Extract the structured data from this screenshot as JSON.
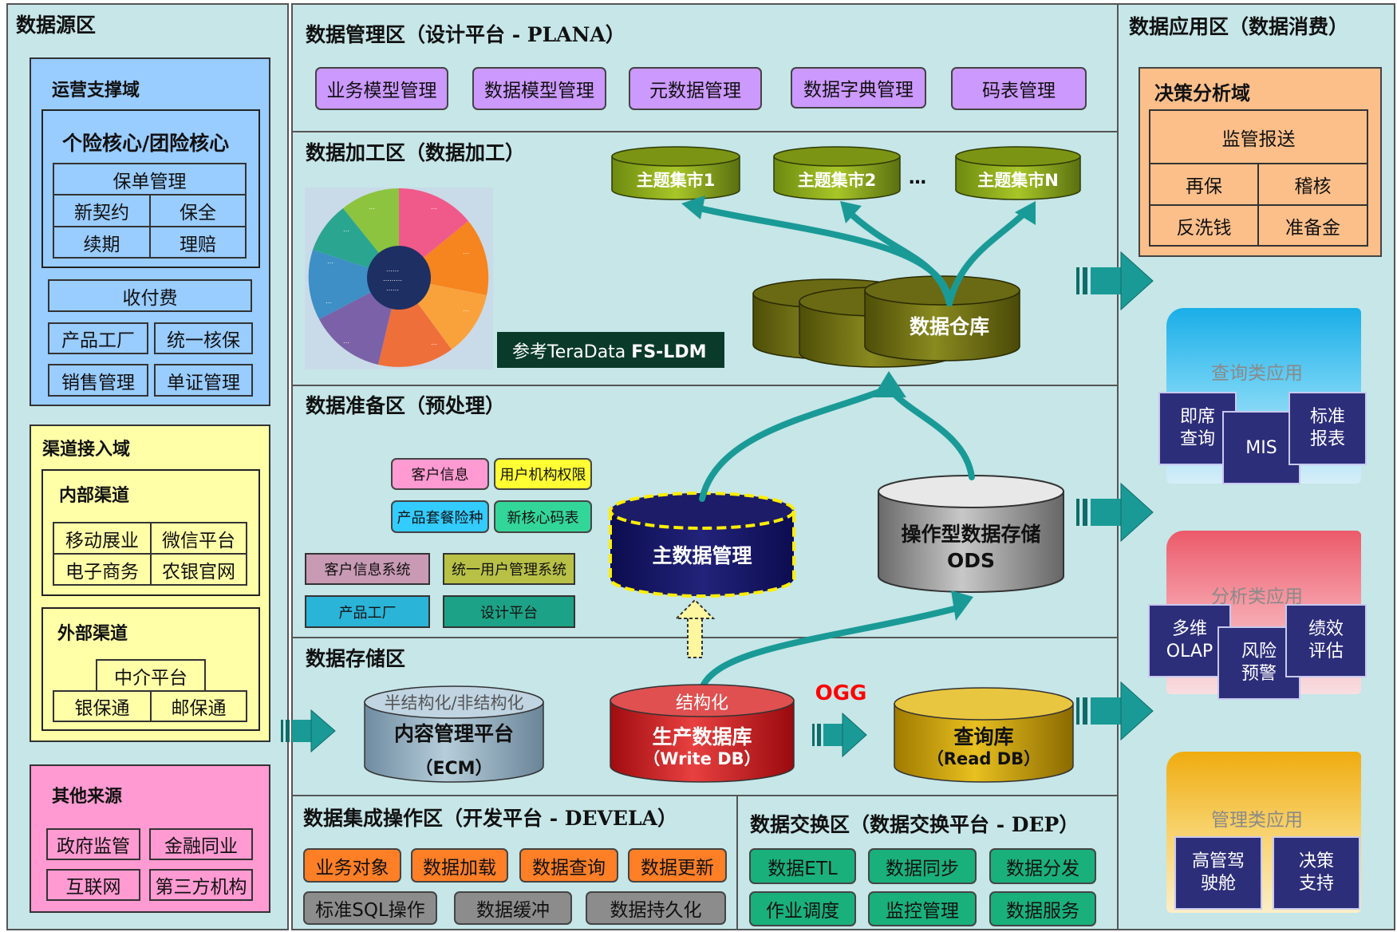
{
  "zones": {
    "source": "数据源区",
    "management": "数据管理区（设计平台 - PLANA）",
    "processing": "数据加工区（数据加工）",
    "preparation": "数据准备区（预处理）",
    "storage": "数据存储区",
    "integration": "数据集成操作区（开发平台 - DEVELA）",
    "exchange": "数据交换区（数据交换平台 - DEP）",
    "application": "数据应用区（数据消费）"
  },
  "source": {
    "ops": {
      "title": "运营支撑域",
      "core": "个险核心/团险核心",
      "policy": "保单管理",
      "new": "新契约",
      "preserve": "保全",
      "renew": "续期",
      "claim": "理赔",
      "payment": "收付费",
      "factory": "产品工厂",
      "underwrite": "统一核保",
      "sales": "销售管理",
      "voucher": "单证管理"
    },
    "channel": {
      "title": "渠道接入域",
      "internal": "内部渠道",
      "mobile": "移动展业",
      "wechat": "微信平台",
      "ecom": "电子商务",
      "abc": "农银官网",
      "external": "外部渠道",
      "broker": "中介平台",
      "bank": "银保通",
      "post": "邮保通"
    },
    "other": {
      "title": "其他来源",
      "gov": "政府监管",
      "fin": "金融同业",
      "internet": "互联网",
      "third": "第三方机构"
    }
  },
  "management": [
    "业务模型管理",
    "数据模型管理",
    "元数据管理",
    "数据字典管理",
    "码表管理"
  ],
  "processing": {
    "marts": [
      "主题集市1",
      "主题集市2",
      "主题集市N"
    ],
    "ellipsis": "…",
    "warehouse": "数据仓库",
    "ref_prefix": "参考TeraData ",
    "ref_bold": "FS-LDM"
  },
  "preparation": {
    "tags": [
      "客户信息",
      "用户机构权限",
      "产品套餐险种",
      "新核心码表"
    ],
    "systems": [
      "客户信息系统",
      "统一用户管理系统",
      "产品工厂",
      "设计平台"
    ],
    "mdm": "主数据管理",
    "ods_line1": "操作型数据存储",
    "ods_line2": "ODS"
  },
  "storage": {
    "ecm_top": "半结构化/非结构化",
    "ecm_name": "内容管理平台",
    "ecm_sub": "（ECM）",
    "prod_top": "结构化",
    "prod_name": "生产数据库",
    "prod_sub": "（Write DB）",
    "ogg": "OGG",
    "read_name": "查询库",
    "read_sub": "（Read DB）"
  },
  "integration": [
    "业务对象",
    "数据加载",
    "数据查询",
    "数据更新",
    "标准SQL操作",
    "数据缓冲",
    "数据持久化"
  ],
  "exchange": [
    "数据ETL",
    "数据同步",
    "数据分发",
    "作业调度",
    "监控管理",
    "数据服务"
  ],
  "application": {
    "decision": {
      "title": "决策分析域",
      "report": "监管报送",
      "reins": "再保",
      "audit": "稽核",
      "aml": "反洗钱",
      "reserve": "准备金"
    },
    "query": {
      "title": "查询类应用",
      "adhoc": "即席查询",
      "mis": "MIS",
      "std": "标准报表"
    },
    "analysis": {
      "title": "分析类应用",
      "olap": "多维OLAP",
      "risk": "风险预警",
      "perf": "绩效评估"
    },
    "mgmt": {
      "title": "管理类应用",
      "cockpit": "高管驾驶舱",
      "support": "决策支持"
    }
  },
  "colors": {
    "panel": "#c6e6e8",
    "arrow": "#1a9a96",
    "purple": "#cc99ff",
    "orange": "#ff7f27",
    "gray": "#8c8c8c",
    "green": "#19b07c",
    "navy": "#27286f",
    "ogg": "#ff0000"
  }
}
